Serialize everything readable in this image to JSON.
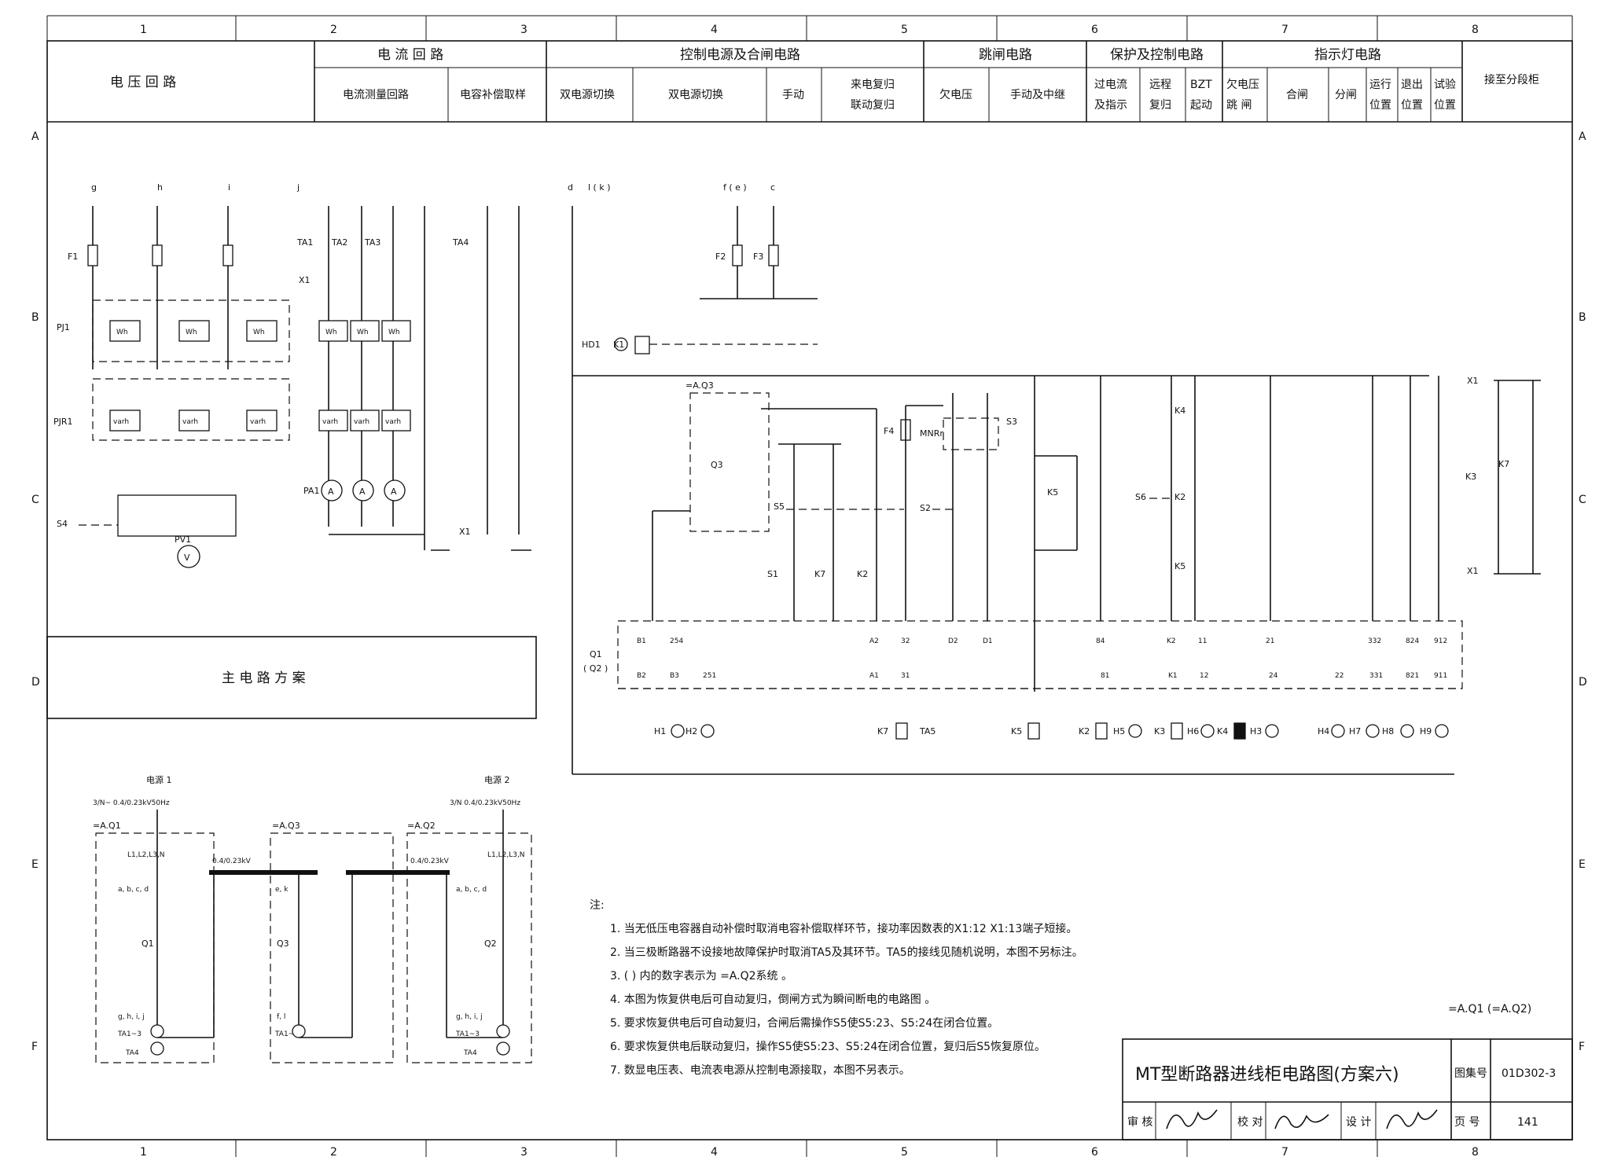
{
  "grid": {
    "columns": [
      "1",
      "2",
      "3",
      "4",
      "5",
      "6",
      "7",
      "8"
    ],
    "rows": [
      "A",
      "B",
      "C",
      "D",
      "E",
      "F"
    ]
  },
  "header": {
    "voltage_loop": "电 压 回 路",
    "current_loop": "电 流 回 路",
    "current_measure": "电流测量回路",
    "cap_comp": "电容补偿取样",
    "control_group": "控制电源及合闸电路",
    "dual_switch_1": "双电源切换",
    "dual_switch_2": "双电源切换",
    "manual": "手动",
    "auto_reset_1": "来电复归",
    "auto_reset_2": "联动复归",
    "trip_group": "跳闸电路",
    "undervoltage": "欠电压",
    "manual_relay": "手动及中继",
    "protect_group": "保护及控制电路",
    "overcurrent_1": "过电流",
    "overcurrent_2": "及指示",
    "remote_1": "远程",
    "remote_2": "复归",
    "bzt_1": "BZT",
    "bzt_2": "起动",
    "indicator_group": "指示灯电路",
    "uv_trip_1": "欠电压",
    "uv_trip_2": "跳 闸",
    "close": "合闸",
    "open": "分闸",
    "run_1": "运行",
    "run_2": "位置",
    "exit_1": "退出",
    "exit_2": "位置",
    "test_1": "试验",
    "test_2": "位置",
    "to_section": "接至分段柜"
  },
  "main_circuit": {
    "title": "主 电 路 方 案",
    "source1": "电源 1",
    "source1_spec": "3/N~ 0.4/0.23kV50Hz",
    "source2": "电源 2",
    "source2_spec": "3/N  0.4/0.23kV50Hz",
    "q1": "=A.Q1",
    "q3": "=A.Q3",
    "q2": "=A.Q2",
    "bus1": "0.4/0.23kV",
    "bus2": "0.4/0.23kV",
    "l123n": "L1,L2,L3,N",
    "abcd": "a, b, c, d",
    "ek": "e, k",
    "ghij": "g, h, i, j",
    "fl": "f, l",
    "ta13": "TA1~3",
    "ta4": "TA4",
    "qa1": "Q1",
    "qa3": "Q3",
    "qa2": "Q2"
  },
  "labels": {
    "g": "g",
    "h": "h",
    "i": "i",
    "j": "j",
    "d": "d",
    "lk": "l ( k )",
    "fe": "f ( e )",
    "c": "c",
    "F1": "F1",
    "F2": "F2",
    "F3": "F3",
    "F4": "F4",
    "PJ1": "PJ1",
    "PJR1": "PJR1",
    "S4": "S4",
    "PV1": "PV1",
    "TA1": "TA1",
    "TA2": "TA2",
    "TA3": "TA3",
    "TA4": "TA4",
    "PA1": "PA1",
    "X1": "X1",
    "HD1": "HD1",
    "K1": "K1",
    "AQ3": "=A.Q3",
    "Q3": "Q3",
    "MNRr": "MNRr",
    "S1": "S1",
    "S2": "S2",
    "S3": "S3",
    "S5": "S5",
    "S6": "S6",
    "K2": "K2",
    "K3": "K3",
    "K4": "K4",
    "K5": "K5",
    "K7": "K7",
    "TA5": "TA5",
    "Q1Q2": "Q1\n( Q2 )",
    "Q1": "Q1",
    "Q2paren": "( Q2 )",
    "H1": "H1",
    "H2": "H2",
    "H3": "H3",
    "H4": "H4",
    "H5": "H5",
    "H6": "H6",
    "H7": "H7",
    "H8": "H8",
    "H9": "H9",
    "wh": "Wh",
    "varh": "varh",
    "A": "A",
    "V": "V"
  },
  "terminals_top": [
    "B1",
    "254",
    "A2",
    "32",
    "D2",
    "D1",
    "84",
    "K2",
    "11",
    "21",
    "332",
    "824",
    "912"
  ],
  "terminals_bot": [
    "B2",
    "B3",
    "251",
    "A1",
    "31",
    "81",
    "K1",
    "12",
    "24",
    "22",
    "331",
    "821",
    "911"
  ],
  "notes": {
    "title": "注:",
    "items": [
      "1. 当无低压电容器自动补偿时取消电容补偿取样环节，接功率因数表的X1:12  X1:13端子短接。",
      "2. 当三极断路器不设接地故障保护时取消TA5及其环节。TA5的接线见随机说明，本图不另标注。",
      "3. (  ) 内的数字表示为 =A.Q2系统 。",
      "4. 本图为恢复供电后可自动复归，倒闸方式为瞬间断电的电路图 。",
      "5. 要求恢复供电后可自动复归，合闸后需操作S5使S5:23、S5:24在闭合位置。",
      "6. 要求恢复供电后联动复归，操作S5使S5:23、S5:24在闭合位置，复归后S5恢复原位。",
      "7. 数显电压表、电流表电源从控制电源接取，本图不另表示。"
    ]
  },
  "applies": "=A.Q1 (=A.Q2)",
  "title_block": {
    "title": "MT型断路器进线柜电路图(方案六)",
    "atlas_label": "图集号",
    "atlas_no": "01D302-3",
    "review": "审 核",
    "check": "校 对",
    "design": "设 计",
    "page_label": "页 号",
    "page_no": "141"
  }
}
